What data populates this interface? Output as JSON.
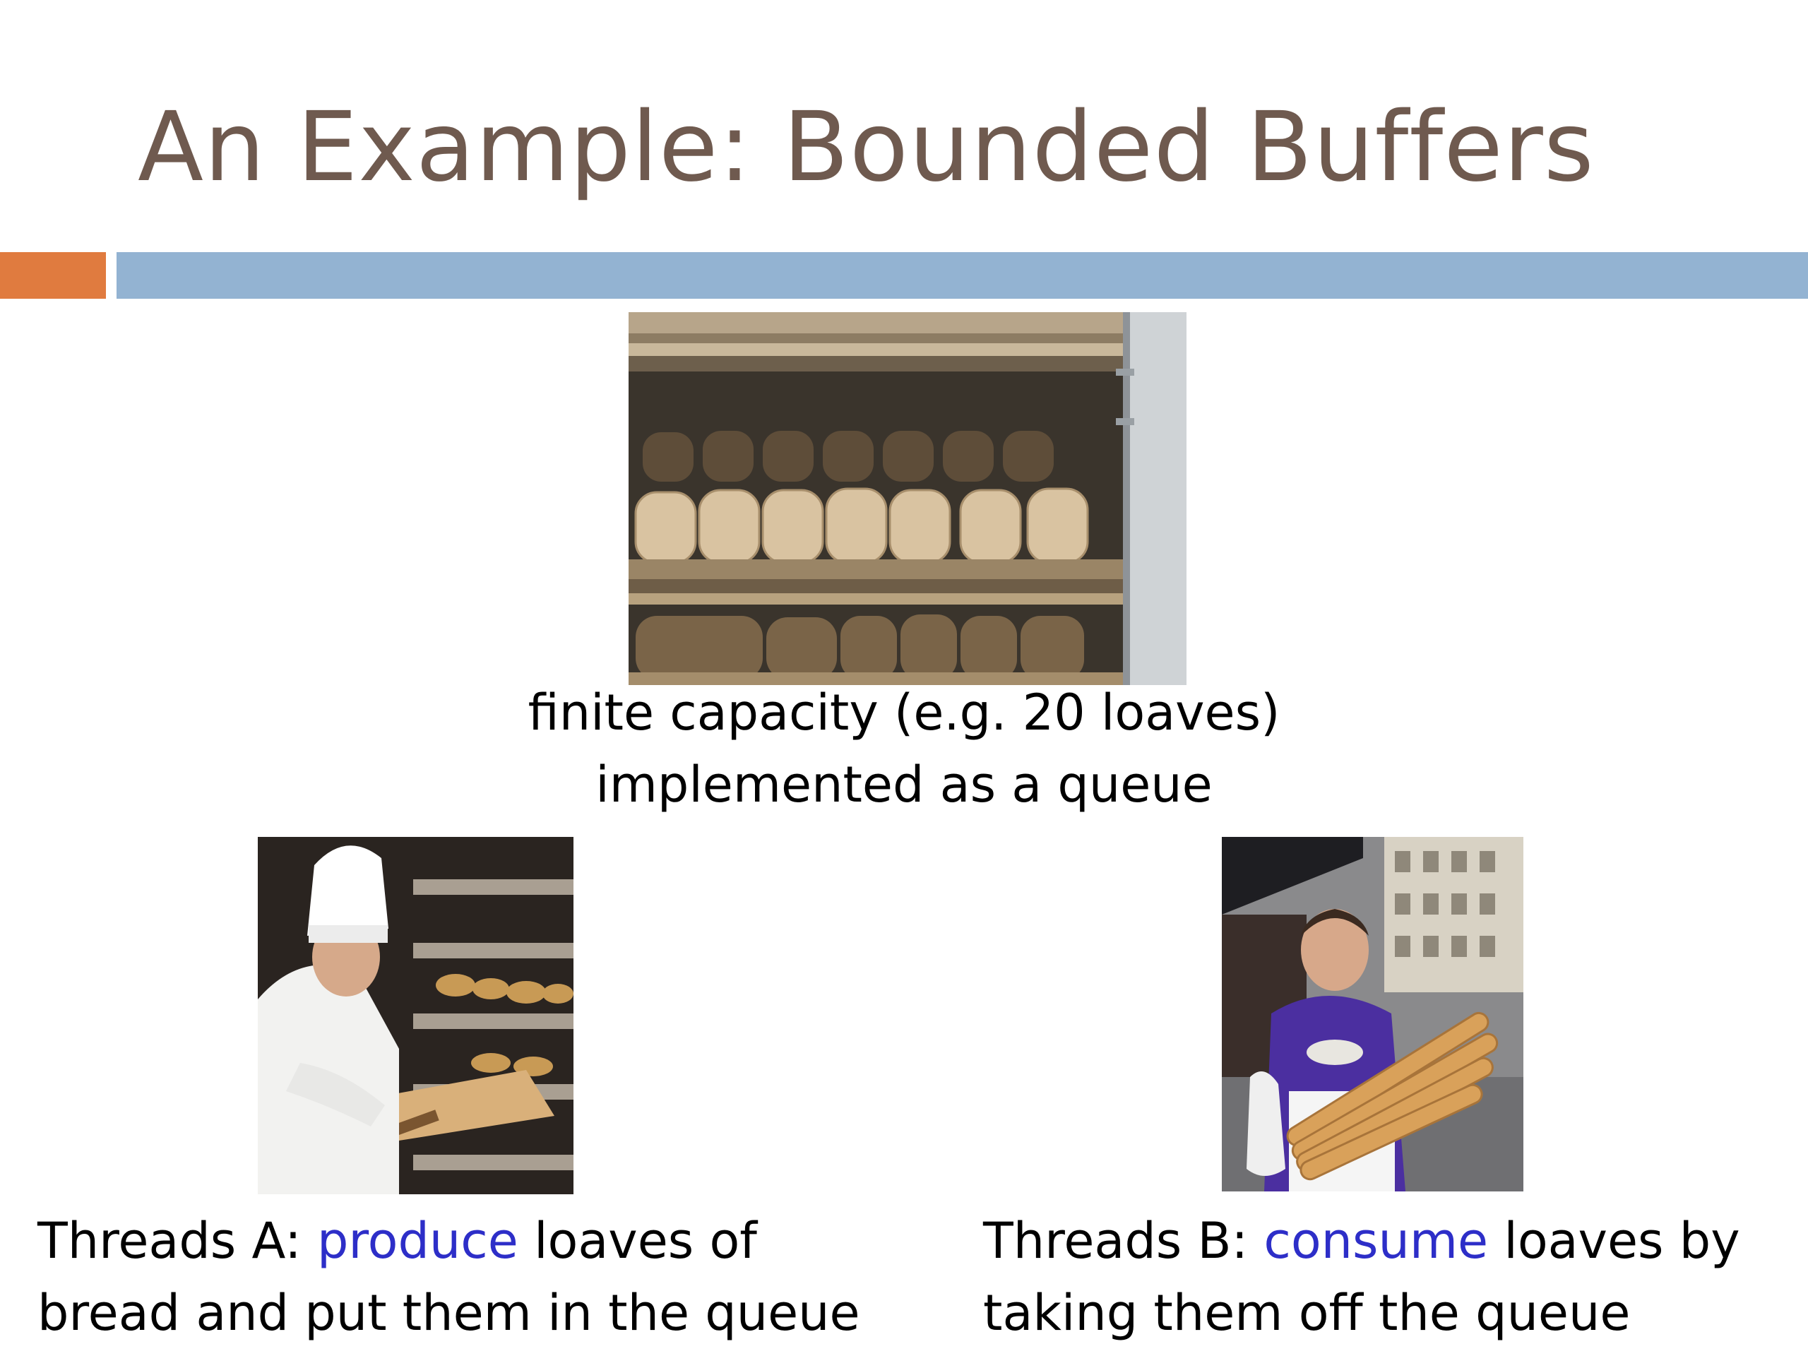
{
  "slide": {
    "title": "An Example: Bounded Buffers",
    "caption_line1": "finite capacity (e.g. 20 loaves)",
    "caption_line2": "implemented as a queue",
    "producer": {
      "prefix": "Threads A: ",
      "verb": "produce",
      "rest_line1": " loaves of",
      "line2": "bread and put them in the queue"
    },
    "consumer": {
      "prefix": "Threads B: ",
      "verb": "consume",
      "rest_line1": " loaves by",
      "line2": "taking them off the queue"
    }
  },
  "colors": {
    "title": "#6f5a4f",
    "accent_orange": "#e07b3f",
    "accent_blue": "#93b3d2",
    "highlight_blue": "#2d2ec8"
  }
}
